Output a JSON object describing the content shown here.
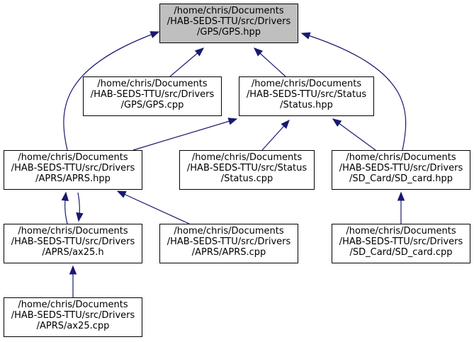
{
  "colors": {
    "edge": "#191970",
    "focus_fill": "#bfbfbf",
    "node_fill": "#ffffff",
    "border": "#000000"
  },
  "nodes": {
    "gps_hpp": {
      "lines": [
        "/home/chris/Documents",
        "/HAB-SEDS-TTU/src/Drivers",
        "/GPS/GPS.hpp"
      ],
      "focus": true
    },
    "gps_cpp": {
      "lines": [
        "/home/chris/Documents",
        "/HAB-SEDS-TTU/src/Drivers",
        "/GPS/GPS.cpp"
      ]
    },
    "status_hpp": {
      "lines": [
        "/home/chris/Documents",
        "/HAB-SEDS-TTU/src/Status",
        "/Status.hpp"
      ]
    },
    "aprs_hpp": {
      "lines": [
        "/home/chris/Documents",
        "/HAB-SEDS-TTU/src/Drivers",
        "/APRS/APRS.hpp"
      ]
    },
    "status_cpp": {
      "lines": [
        "/home/chris/Documents",
        "/HAB-SEDS-TTU/src/Status",
        "/Status.cpp"
      ]
    },
    "sd_card_hpp": {
      "lines": [
        "/home/chris/Documents",
        "/HAB-SEDS-TTU/src/Drivers",
        "/SD_Card/SD_card.hpp"
      ]
    },
    "ax25_h": {
      "lines": [
        "/home/chris/Documents",
        "/HAB-SEDS-TTU/src/Drivers",
        "/APRS/ax25.h"
      ]
    },
    "aprs_cpp": {
      "lines": [
        "/home/chris/Documents",
        "/HAB-SEDS-TTU/src/Drivers",
        "/APRS/APRS.cpp"
      ]
    },
    "sd_card_cpp": {
      "lines": [
        "/home/chris/Documents",
        "/HAB-SEDS-TTU/src/Drivers",
        "/SD_Card/SD_card.cpp"
      ]
    },
    "ax25_cpp": {
      "lines": [
        "/home/chris/Documents",
        "/HAB-SEDS-TTU/src/Drivers",
        "/APRS/ax25.cpp"
      ]
    }
  },
  "edges": [
    {
      "from": "gps_cpp",
      "to": "gps_hpp"
    },
    {
      "from": "status_hpp",
      "to": "gps_hpp"
    },
    {
      "from": "aprs_hpp",
      "to": "gps_hpp"
    },
    {
      "from": "sd_card_hpp",
      "to": "gps_hpp"
    },
    {
      "from": "aprs_hpp",
      "to": "status_hpp"
    },
    {
      "from": "status_cpp",
      "to": "status_hpp"
    },
    {
      "from": "sd_card_hpp",
      "to": "status_hpp"
    },
    {
      "from": "ax25_h",
      "to": "aprs_hpp"
    },
    {
      "from": "aprs_hpp",
      "to": "ax25_h"
    },
    {
      "from": "aprs_cpp",
      "to": "aprs_hpp"
    },
    {
      "from": "sd_card_cpp",
      "to": "sd_card_hpp"
    },
    {
      "from": "ax25_cpp",
      "to": "ax25_h"
    }
  ]
}
